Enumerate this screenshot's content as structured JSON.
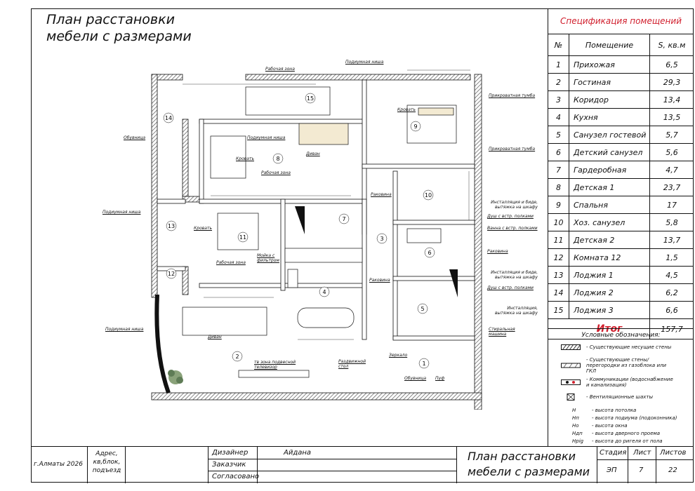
{
  "title": {
    "line1": "План расстановки",
    "line2": "мебели с размерами"
  },
  "spec": {
    "title": "Спецификация помещений",
    "header": {
      "n": "№",
      "room": "Помещение",
      "area": "S, кв.м"
    },
    "rows": [
      {
        "n": "1",
        "room": "Прихожая",
        "area": "6,5"
      },
      {
        "n": "2",
        "room": "Гостиная",
        "area": "29,3"
      },
      {
        "n": "3",
        "room": "Коридор",
        "area": "13,4"
      },
      {
        "n": "4",
        "room": "Кухня",
        "area": "13,5"
      },
      {
        "n": "5",
        "room": "Санузел гостевой",
        "area": "5,7"
      },
      {
        "n": "6",
        "room": "Детский санузел",
        "area": "5,6"
      },
      {
        "n": "7",
        "room": "Гардеробная",
        "area": "4,7"
      },
      {
        "n": "8",
        "room": "Детская 1",
        "area": "23,7"
      },
      {
        "n": "9",
        "room": "Спальня",
        "area": "17"
      },
      {
        "n": "10",
        "room": "Хоз. санузел",
        "area": "5,8"
      },
      {
        "n": "11",
        "room": "Детская 2",
        "area": "13,7"
      },
      {
        "n": "12",
        "room": "Комната 12",
        "area": "1,5"
      },
      {
        "n": "13",
        "room": "Лоджия 1",
        "area": "4,5"
      },
      {
        "n": "14",
        "room": "Лоджия 2",
        "area": "6,2"
      },
      {
        "n": "15",
        "room": "Лоджия 3",
        "area": "6,6"
      }
    ],
    "total_label": "Итог",
    "total_value": "157,7"
  },
  "legend": {
    "title": "Условные обозначения:",
    "items": [
      "- Существующие несущие стены",
      "- Существующие стены/ перегородки из газоблока или ГКЛ",
      "- Коммуникации (водоснабжение и канализация)",
      "- Вентиляционные шахты"
    ],
    "abbr": [
      {
        "k": "Н",
        "v": "- высота потолка"
      },
      {
        "k": "Нп",
        "v": "- высота подиума (подоконника)"
      },
      {
        "k": "Но",
        "v": "- высота окна"
      },
      {
        "k": "Ндп",
        "v": "- высота дверного проема"
      },
      {
        "k": "Нрig",
        "v": "- высота до ригеля от пола"
      }
    ]
  },
  "titleblock": {
    "city": "г.Алматы 2026",
    "address": "Адрес, кв,блок, подъезд",
    "designer_label": "Дизайнер",
    "designer_value": "Айдана",
    "customer_label": "Заказчик",
    "approved_label": "Согласовано",
    "sheet_title_1": "План расстановки",
    "sheet_title_2": "мебели с размерами",
    "stage_label": "Стадия",
    "sheet_label": "Лист",
    "sheets_label": "Листов",
    "stage_value": "ЭП",
    "sheet_value": "7",
    "sheets_value": "22"
  },
  "plan_notes": {
    "rabochaya_zona": "Рабочая зона",
    "podiumnaya_nisha": "Подиумная ниша",
    "krovat": "Кровать",
    "prikrovatnaya_tumba": "Прикроватная тумба",
    "obuvnitsa": "Обувница",
    "divan": "Диван",
    "rakovina": "Раковина",
    "installyatsiya": "Инсталляция и биде, вытяжка на шкафу",
    "dush": "Душ с встр. полками",
    "vanna": "Ванна с встр. полками",
    "moyka": "Мойка с фильтром",
    "tv_zona": "тв зона подвесной телевизор",
    "razdvizhnoy_stol": "Раздвижной стол",
    "zerkalo": "Зеркало",
    "puf": "Пуф",
    "stiralnaya": "Стиральная машина",
    "installyatsiya2": "Инсталляция, вытяжка на шкафу"
  },
  "room_numbers": [
    "1",
    "2",
    "3",
    "4",
    "5",
    "6",
    "7",
    "8",
    "9",
    "10",
    "11",
    "12",
    "13",
    "14",
    "15"
  ],
  "colors": {
    "accent_red": "#d1202e",
    "line": "#111111",
    "wall_hatch": "#555555",
    "furniture": "#c8a45a"
  }
}
